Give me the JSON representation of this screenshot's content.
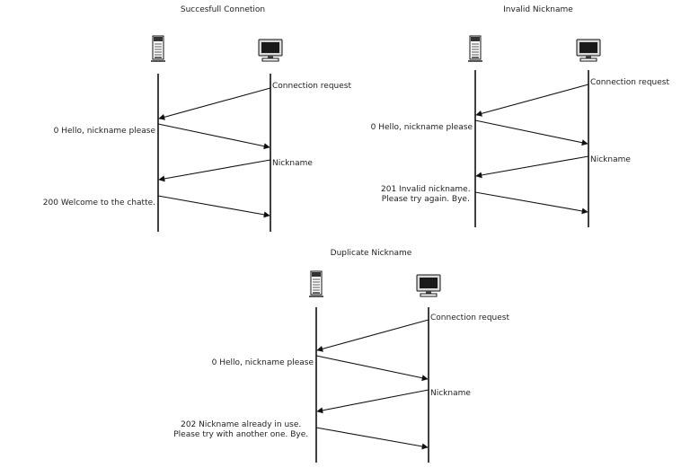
{
  "diagrams": [
    {
      "title": "Succesfull Connetion",
      "server_icon": "server-tower-icon",
      "client_icon": "monitor-icon",
      "messages": [
        {
          "direction": "to_server",
          "lines": [
            "Connection request"
          ]
        },
        {
          "direction": "to_client",
          "lines": [
            "0 Hello, nickname please"
          ]
        },
        {
          "direction": "to_server",
          "lines": [
            "Nickname"
          ]
        },
        {
          "direction": "to_client",
          "lines": [
            "200 Welcome to the chatte."
          ]
        }
      ]
    },
    {
      "title": "Invalid Nickname",
      "server_icon": "server-tower-icon",
      "client_icon": "monitor-icon",
      "messages": [
        {
          "direction": "to_server",
          "lines": [
            "Connection request"
          ]
        },
        {
          "direction": "to_client",
          "lines": [
            "0 Hello, nickname please"
          ]
        },
        {
          "direction": "to_server",
          "lines": [
            "Nickname"
          ]
        },
        {
          "direction": "to_client",
          "lines": [
            "201 Invalid nickname.",
            "Please try again. Bye."
          ]
        }
      ]
    },
    {
      "title": "Duplicate Nickname",
      "server_icon": "server-tower-icon",
      "client_icon": "monitor-icon",
      "messages": [
        {
          "direction": "to_server",
          "lines": [
            "Connection request"
          ]
        },
        {
          "direction": "to_client",
          "lines": [
            "0 Hello, nickname please"
          ]
        },
        {
          "direction": "to_server",
          "lines": [
            "Nickname"
          ]
        },
        {
          "direction": "to_client",
          "lines": [
            "202 Nickname already in use.",
            "Please try with another one. Bye."
          ]
        }
      ]
    }
  ]
}
